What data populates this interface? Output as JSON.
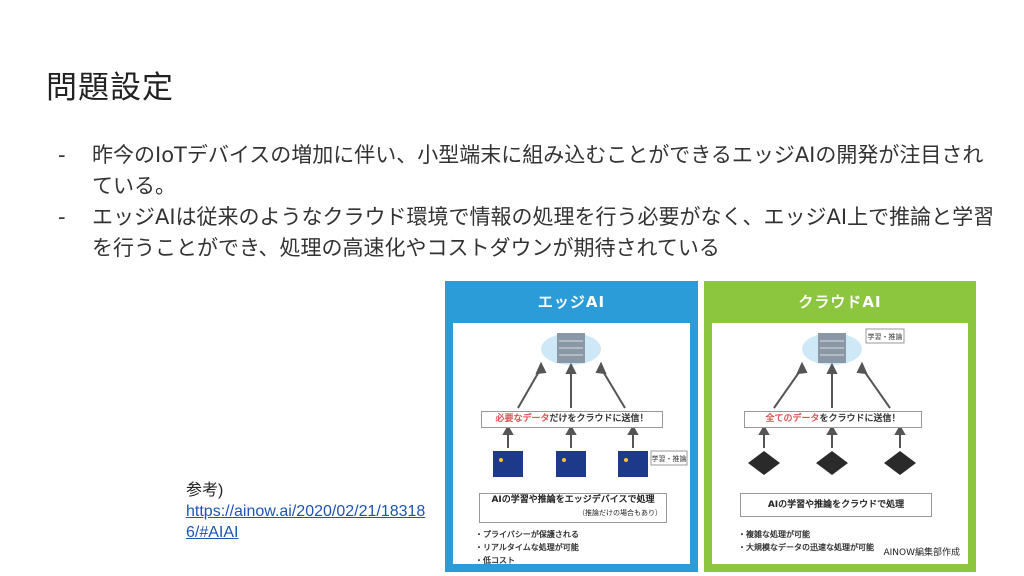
{
  "title": "問題設定",
  "bullets": [
    {
      "dash": "-",
      "text": "昨今のIoTデバイスの増加に伴い、小型端末に組み込むことができるエッジAIの開発が注目されている。"
    },
    {
      "dash": "-",
      "text": "エッジAIは従来のようなクラウド環境で情報の処理を行う必要がなく、エッジAI上で推論と学習を行うことができ、処理の高速化やコストダウンが期待されている"
    }
  ],
  "reference": {
    "label": "参考)",
    "url": "https://ainow.ai/2020/02/21/183186/#AIAI"
  },
  "figure": {
    "edge": {
      "title": "エッジAI",
      "send_highlight": "必要なデータ",
      "send_rest": "だけをクラウドに送信！",
      "tag": "学習・推論",
      "process_label": "AIの学習や推論をエッジデバイスで処理",
      "process_note": "（推論だけの場合もあり）",
      "points": [
        "・プライバシーが保護される",
        "・リアルタイムな処理が可能",
        "・低コスト"
      ]
    },
    "cloud": {
      "title": "クラウドAI",
      "send_highlight": "全てのデータ",
      "send_rest": "をクラウドに送信！",
      "tag": "学習・推論",
      "process_label": "AIの学習や推論をクラウドで処理",
      "points": [
        "・複雑な処理が可能",
        "・大規模なデータの迅速な処理が可能"
      ]
    },
    "credit": "AINOW編集部作成"
  },
  "colors": {
    "edge_panel": "#2b9cd8",
    "cloud_panel": "#8cc63f",
    "link": "#1a56b5",
    "highlight": "#d9534f"
  }
}
